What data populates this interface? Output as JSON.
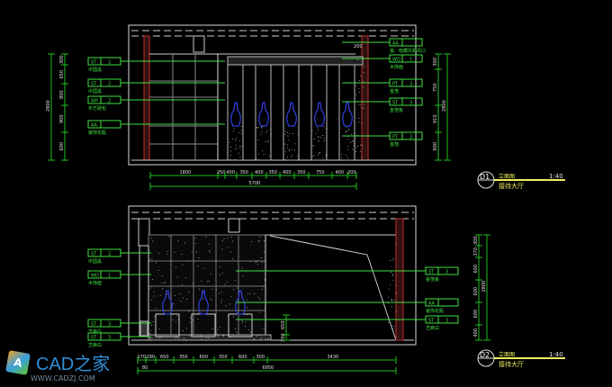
{
  "colors": {
    "frame": "#d8d8d8",
    "dim": "#20c020",
    "tag": "#40e040",
    "red": "#c03030",
    "blue": "#3040e0",
    "title": "#f0f060"
  },
  "elevation_d1": {
    "tags_left": [
      {
        "code": "ST",
        "num": "2",
        "label": "中国黑"
      },
      {
        "code": "ST",
        "num": "2",
        "label": "中国黑"
      },
      {
        "code": "WP",
        "num": "2",
        "label": "布艺硬包"
      },
      {
        "code": "AA",
        "num": "",
        "label": "装饰花瓶"
      }
    ],
    "tags_right": [
      {
        "code": "AA",
        "num": "",
        "label": "装、暗藏风机风口"
      },
      {
        "code": "WD",
        "num": "1",
        "label": "木饰面"
      },
      {
        "code": "PT",
        "num": "3",
        "label": "金箔"
      },
      {
        "code": "ST",
        "num": "3",
        "label": "金箔板"
      },
      {
        "code": "PT",
        "num": "3",
        "label": "金箔"
      }
    ],
    "dims_bottom": [
      "1800",
      "250",
      "400",
      "350",
      "400",
      "350",
      "400",
      "350",
      "750",
      "400",
      "200"
    ],
    "dim_total": "5700",
    "dim_top_small": "200",
    "dims_right": [
      "300",
      "750",
      "910",
      "800"
    ],
    "dim_right_total": "2800",
    "dims_left": [
      "300",
      "650",
      "800",
      "900",
      "600"
    ],
    "dim_left_total": "2800",
    "title": {
      "id": "D1",
      "type": "立面图",
      "scale": "1:40",
      "name": "接待大厅"
    }
  },
  "elevation_d2": {
    "tags_left": [
      {
        "code": "ST",
        "num": "2",
        "label": "中国黑"
      },
      {
        "code": "WD",
        "num": "1",
        "label": "木饰面"
      },
      {
        "code": "ST",
        "num": "3",
        "label": "芝麻白"
      },
      {
        "code": "ST",
        "num": "3",
        "label": "芝麻白"
      }
    ],
    "tags_right": [
      {
        "code": "ST",
        "num": "3",
        "label": "金箔板"
      },
      {
        "code": "AA",
        "num": "",
        "label": "装饰花瓶"
      },
      {
        "code": "ST",
        "num": "3",
        "label": "芝麻白"
      }
    ],
    "dims_bottom": [
      "170",
      "290",
      "650",
      "350",
      "600",
      "350",
      "600",
      "300",
      "3430"
    ],
    "dim_sub": "80",
    "dim_total": "6950",
    "dims_mid": [
      "650",
      "200"
    ],
    "dims_right": [
      "300",
      "370",
      "600",
      "600",
      "600",
      "400"
    ],
    "dim_right_total": "2800",
    "title": {
      "id": "D2",
      "type": "立面图",
      "scale": "1:40",
      "name": "接待大厅"
    }
  },
  "watermark": {
    "brand": "CAD之家",
    "url": "WWW.CADZJ.COM"
  }
}
